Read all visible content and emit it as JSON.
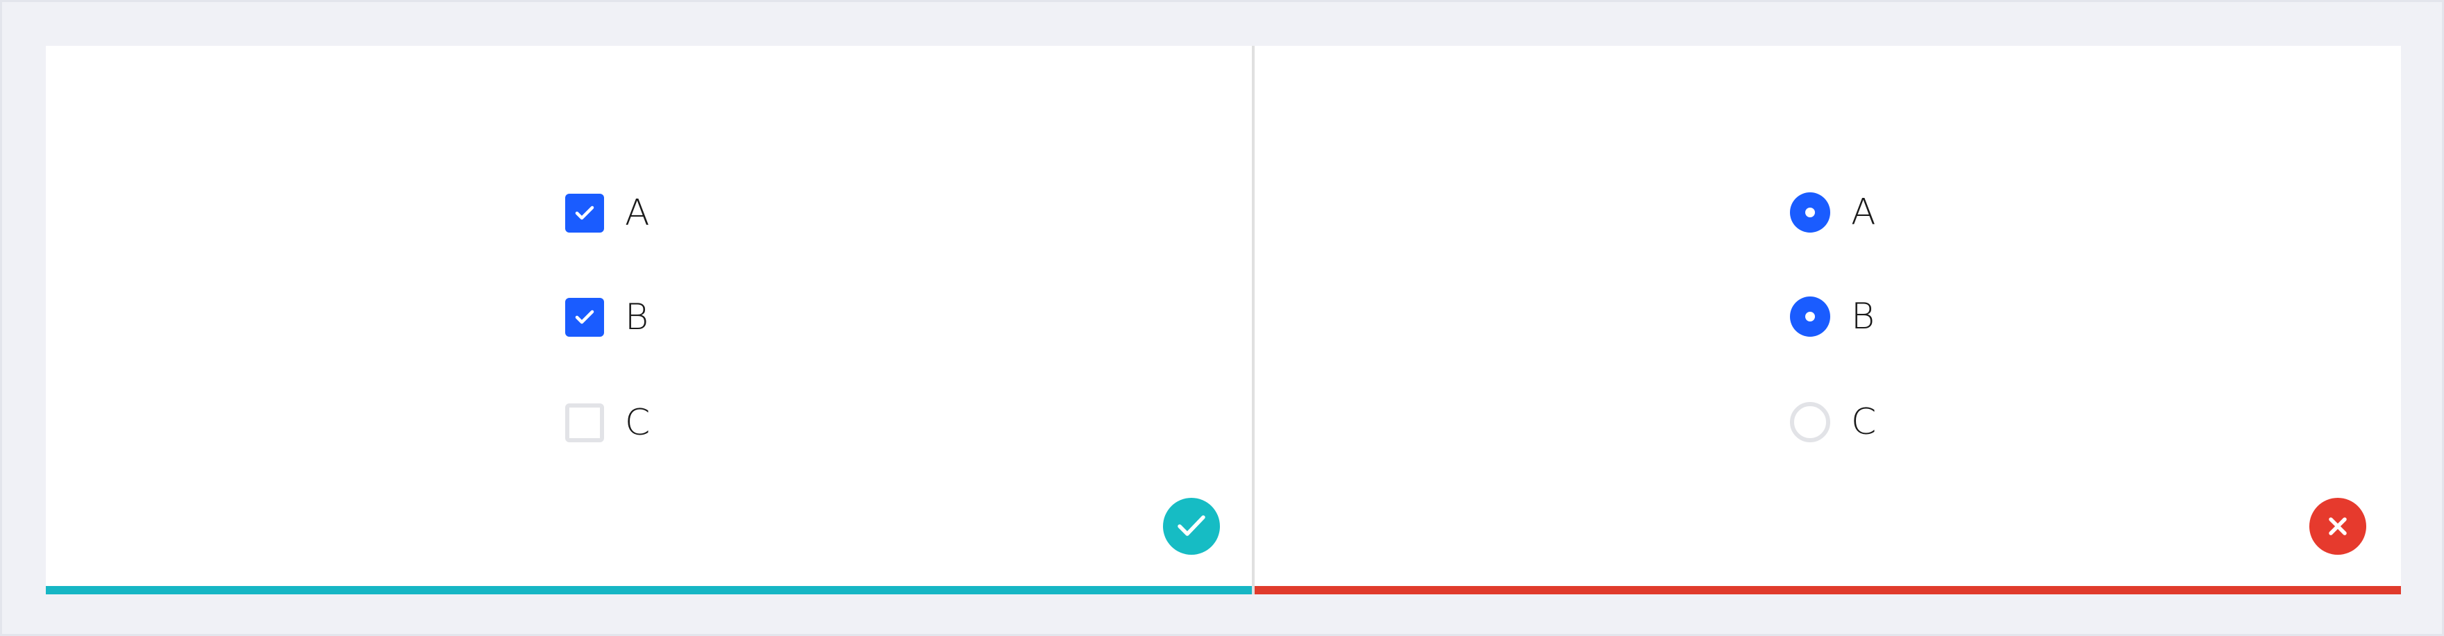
{
  "colors": {
    "accent": "#1a5cff",
    "correct": "#16b6c4",
    "incorrect": "#e03b2c",
    "background": "#f0f1f6",
    "inactive_border": "#e2e3e7"
  },
  "checkbox_panel": {
    "options": [
      {
        "label": "A",
        "checked": true
      },
      {
        "label": "B",
        "checked": true
      },
      {
        "label": "C",
        "checked": false
      }
    ],
    "result": "correct",
    "result_icon": "checkmark-icon"
  },
  "radio_panel": {
    "options": [
      {
        "label": "A",
        "selected": true
      },
      {
        "label": "B",
        "selected": true
      },
      {
        "label": "C",
        "selected": false
      }
    ],
    "result": "incorrect",
    "result_icon": "close-icon"
  }
}
